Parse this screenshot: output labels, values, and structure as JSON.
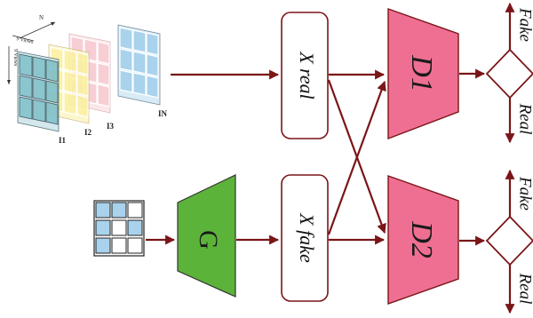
{
  "input_stack": {
    "n_label": "N",
    "views_label_top": "9 Views",
    "views_label_side": "9 Views",
    "images": [
      "I1",
      "I2",
      "I3",
      "IN"
    ]
  },
  "x_real_label": "X real",
  "x_fake_label": "X fake",
  "generator_label": "G",
  "discriminators": [
    {
      "label": "D1",
      "fake_label": "Fake",
      "real_label": "Real"
    },
    {
      "label": "D2",
      "fake_label": "Fake",
      "real_label": "Real"
    }
  ],
  "colors": {
    "arrow": "#7a1518",
    "generator": "#5cb33a",
    "discriminator": "#ef6f92",
    "grid_blue": "#a9d2ec",
    "grid_yellow": "#fbf0a0",
    "grid_pink": "#f6c6cc",
    "grid_teal": "#9fc9d1"
  }
}
